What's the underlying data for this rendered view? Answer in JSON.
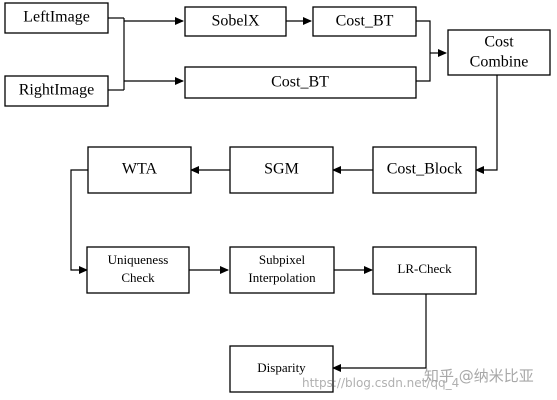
{
  "nodes": {
    "left_image": "LeftImage",
    "right_image": "RightImage",
    "sobelx": "SobelX",
    "cost_bt_top": "Cost_BT",
    "cost_bt_bottom": "Cost_BT",
    "cost_combine": [
      "Cost",
      "Combine"
    ],
    "cost_block": "Cost_Block",
    "sgm": "SGM",
    "wta": "WTA",
    "uniqueness_check": [
      "Uniqueness",
      "Check"
    ],
    "subpixel_interpolation": [
      "Subpixel",
      "Interpolation"
    ],
    "lr_check": "LR-Check",
    "disparity": "Disparity"
  },
  "edges": [
    [
      "left_image",
      "sobelx"
    ],
    [
      "right_image",
      "sobelx"
    ],
    [
      "left_image",
      "cost_bt_bottom"
    ],
    [
      "right_image",
      "cost_bt_bottom"
    ],
    [
      "sobelx",
      "cost_bt_top"
    ],
    [
      "cost_bt_top",
      "cost_combine"
    ],
    [
      "cost_bt_bottom",
      "cost_combine"
    ],
    [
      "cost_combine",
      "cost_block"
    ],
    [
      "cost_block",
      "sgm"
    ],
    [
      "sgm",
      "wta"
    ],
    [
      "wta",
      "uniqueness_check"
    ],
    [
      "uniqueness_check",
      "subpixel_interpolation"
    ],
    [
      "subpixel_interpolation",
      "lr_check"
    ],
    [
      "lr_check",
      "disparity"
    ]
  ],
  "watermark": {
    "url": "https://blog.csdn.net/qq_4",
    "brand": "知乎 @纳米比亚"
  }
}
